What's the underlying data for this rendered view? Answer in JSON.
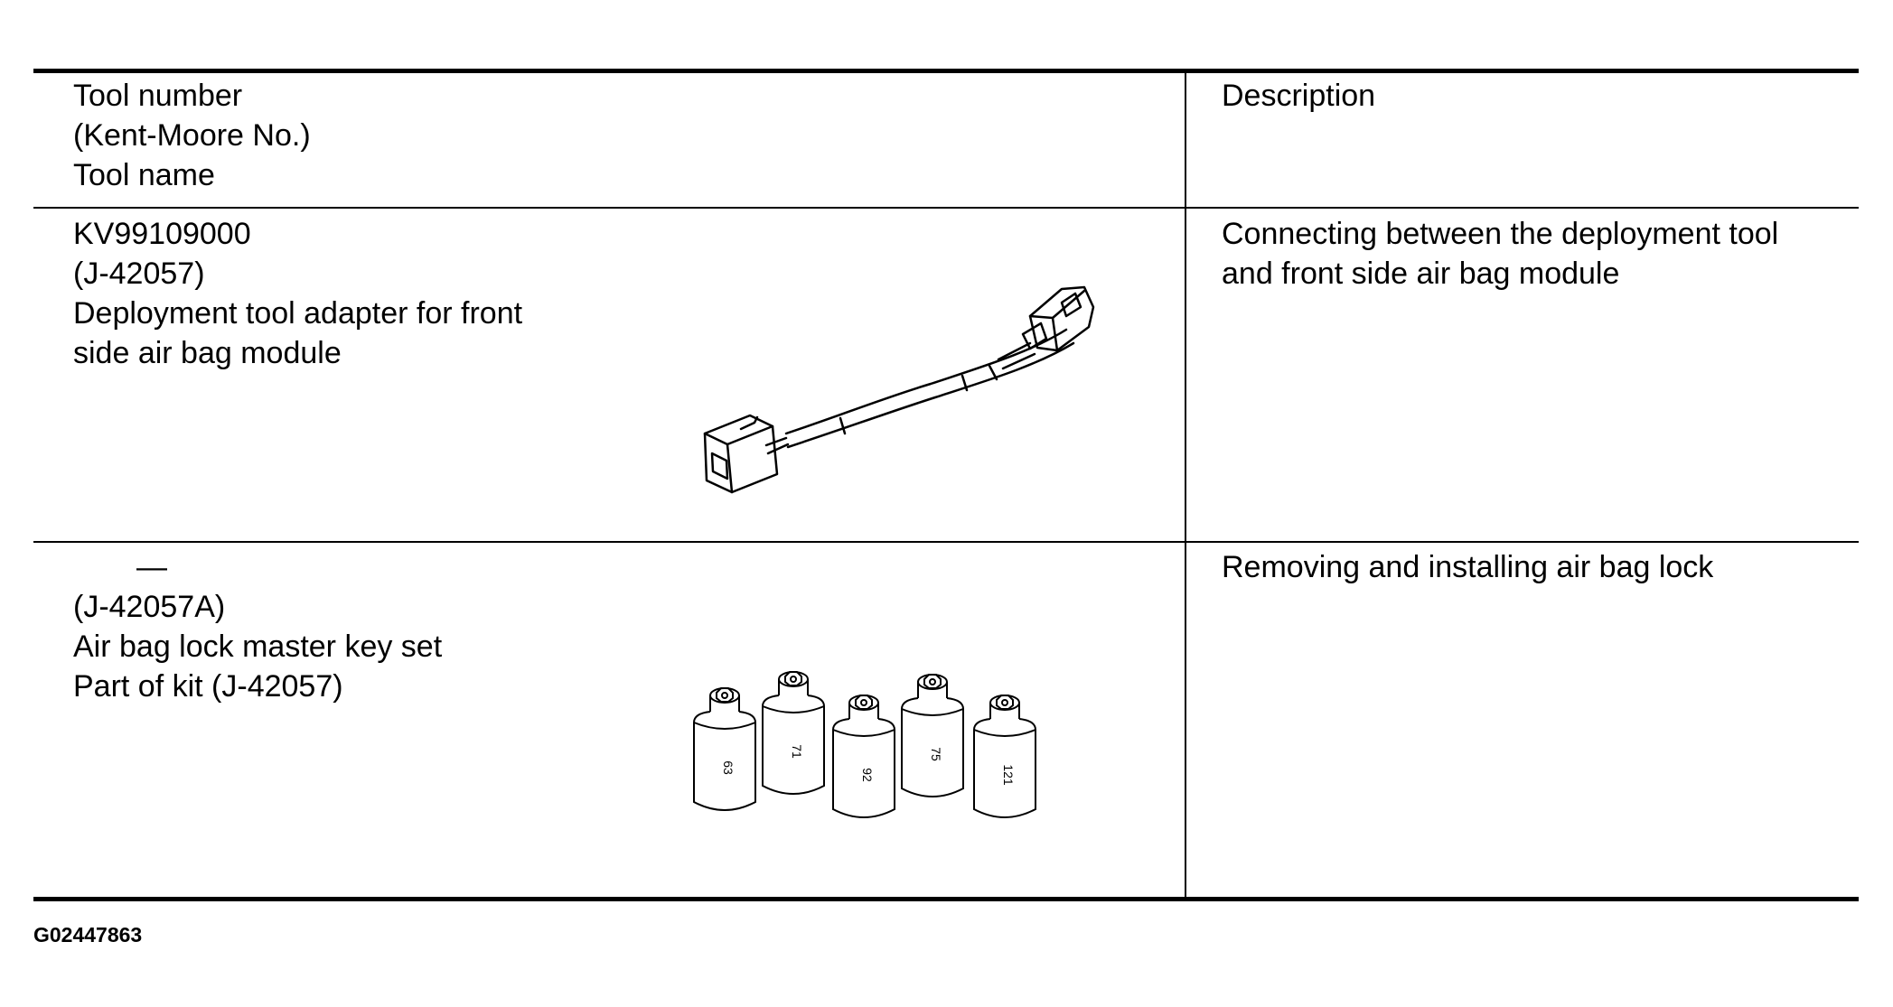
{
  "table": {
    "header": {
      "col1": [
        "Tool number",
        "(Kent-Moore No.)",
        "Tool name"
      ],
      "col2": "Description"
    },
    "rows": [
      {
        "tool_lines": [
          "KV99109000",
          "(J-42057)",
          "Deployment tool adapter for front",
          "side air bag module"
        ],
        "description_lines": [
          "Connecting between the deployment tool",
          "and front side air bag module"
        ],
        "image": "harness-adapter-illustration"
      },
      {
        "tool_lines": [
          "—",
          "(J-42057A)",
          "Air bag lock master key set",
          "Part of kit (J-42057)"
        ],
        "description_lines": [
          "Removing and installing air bag lock"
        ],
        "image": "master-key-set-illustration",
        "key_labels": [
          "63",
          "71",
          "92",
          "75",
          "121"
        ]
      }
    ]
  },
  "figure_id": "G02447863"
}
